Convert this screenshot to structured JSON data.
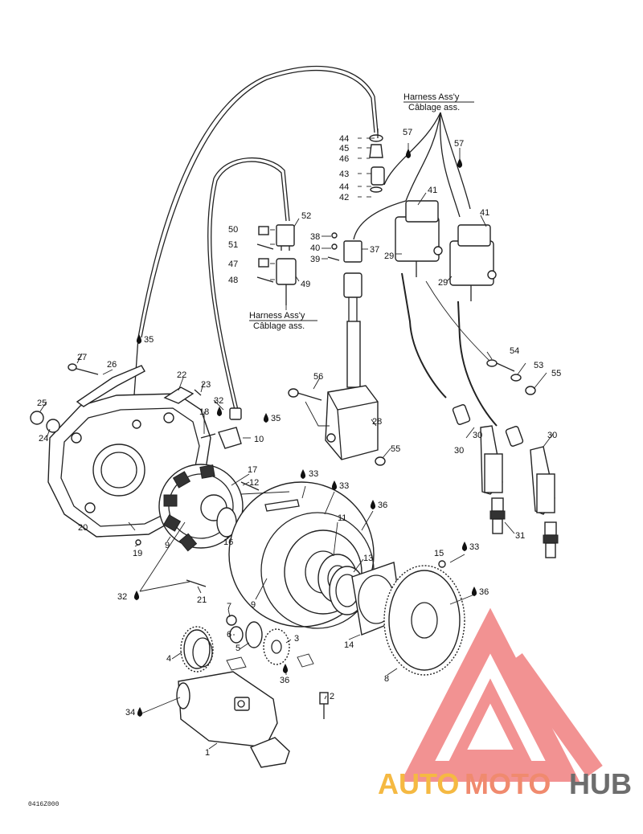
{
  "captions": {
    "harness_top_en": "Harness Ass'y",
    "harness_top_fr": "Câblage ass.",
    "harness_mid_en": "Harness Ass'y",
    "harness_mid_fr": "Câblage ass."
  },
  "parts": {
    "p1": "1",
    "p2": "2",
    "p3": "3",
    "p4": "4",
    "p5": "5",
    "p6": "6",
    "p7": "7",
    "p8": "8",
    "p9a": "9",
    "p9b": "9",
    "p10": "10",
    "p11": "11",
    "p12": "12",
    "p13": "13",
    "p14": "14",
    "p15": "15",
    "p16": "16",
    "p17": "17",
    "p18": "18",
    "p19": "19",
    "p20": "20",
    "p21": "21",
    "p22": "22",
    "p23": "23",
    "p24": "24",
    "p25": "25",
    "p26": "26",
    "p27": "27",
    "p28": "28",
    "p29a": "29",
    "p29b": "29",
    "p30a": "30",
    "p30b": "30",
    "p30c": "30",
    "p31": "31",
    "p32a": "32",
    "p32b": "32",
    "p33a": "33",
    "p33b": "33",
    "p33c": "33",
    "p34": "34",
    "p35a": "35",
    "p35b": "35",
    "p36a": "36",
    "p36b": "36",
    "p36c": "36",
    "p37": "37",
    "p38": "38",
    "p39": "39",
    "p40": "40",
    "p41a": "41",
    "p41b": "41",
    "p42": "42",
    "p43": "43",
    "p44a": "44",
    "p44b": "44",
    "p45": "45",
    "p46": "46",
    "p47": "47",
    "p48": "48",
    "p49": "49",
    "p50": "50",
    "p51": "51",
    "p52": "52",
    "p53": "53",
    "p54": "54",
    "p55a": "55",
    "p55b": "55",
    "p56": "56",
    "p57a": "57",
    "p57b": "57"
  },
  "drawing_code": "0416Z000",
  "watermark": {
    "part1": "AUTO",
    "part2": "MOTO",
    "part3": "HUB",
    "color_auto": "#f5b942",
    "color_moto": "#f08a6e",
    "color_hub": "#6d6d6d",
    "triangle_color": "#f08080"
  }
}
